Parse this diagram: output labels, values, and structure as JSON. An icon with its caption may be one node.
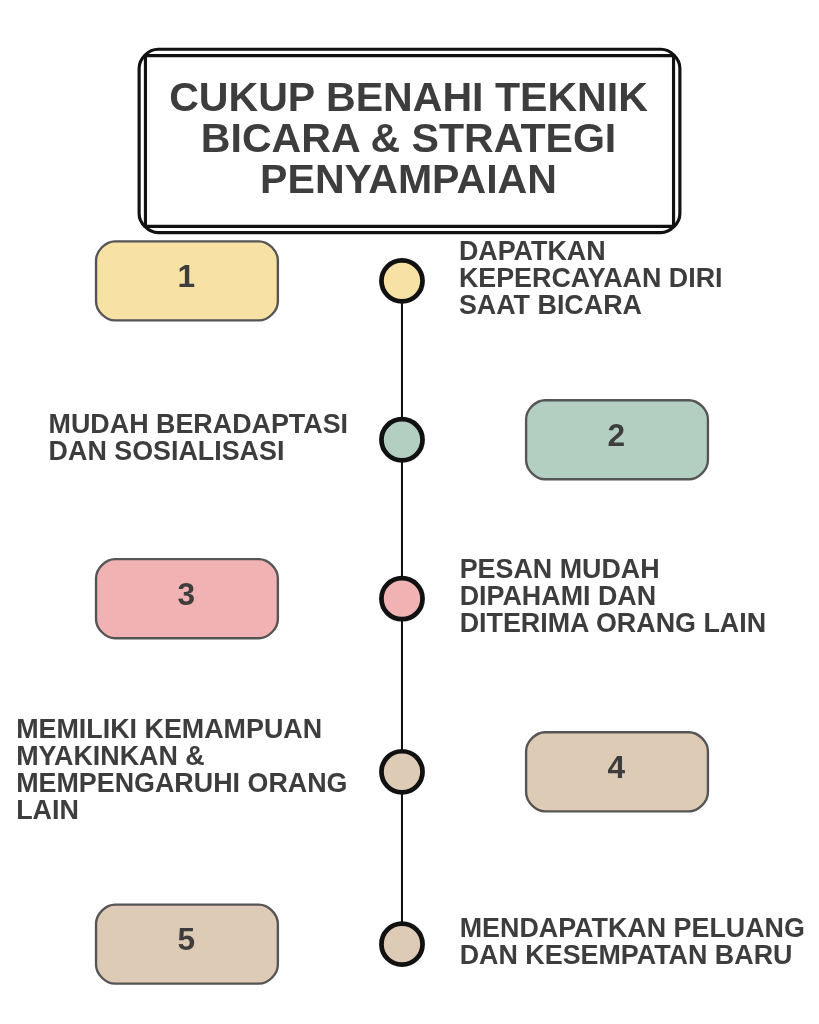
{
  "diagram": {
    "title": "CUKUP BENAHI TEKNIK BICARA & STRATEGI PENYAMPAIAN",
    "nodes": [
      {
        "text": [
          "1"
        ]
      },
      {
        "text": [],
        "shape": "circle",
        "beside": [
          "DAPATKAN KEPERCAYAAN DIRI SAAT BICARA"
        ]
      },
      {
        "text": [],
        "shape": "circle",
        "beside": [
          "MUDAH BERADAPTASI DAN SOSIALISASI"
        ]
      },
      {
        "text": [
          "2"
        ]
      },
      {
        "text": [
          "3"
        ]
      },
      {
        "text": [],
        "shape": "circle",
        "beside": [
          "PESAN MUDAH DIPAHAMI DAN DITERIMA ORANG LAIN"
        ]
      },
      {
        "text": [],
        "shape": "circle",
        "beside": [
          "MEMILIKI KEMAMPUAN MYAKINKAN & MEMPENGARUHI ORANG LAIN"
        ]
      },
      {
        "text": [
          "4"
        ]
      },
      {
        "text": [
          "5"
        ]
      },
      {
        "text": [],
        "shape": "circle",
        "beside": [
          "MENDAPATKAN PELUANG DAN KESEMPATAN BARU"
        ]
      }
    ],
    "edges": [
      {
        "from": 1,
        "to": 2,
        "arrow": "none"
      },
      {
        "from": 2,
        "to": 5,
        "arrow": "none"
      },
      {
        "from": 5,
        "to": 6,
        "arrow": "none"
      },
      {
        "from": 6,
        "to": 9,
        "arrow": "none"
      }
    ]
  }
}
